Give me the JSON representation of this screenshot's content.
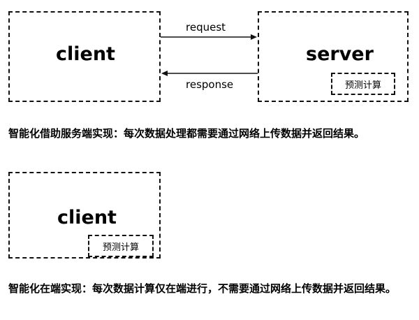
{
  "top_diagram": {
    "client_label": "client",
    "server_label": "server",
    "request_label": "request",
    "response_label": "response",
    "server_module_label": "预测计算",
    "caption": "智能化借助服务端实现：每次数据处理都需要通过网络上传数据并返回结果。"
  },
  "bottom_diagram": {
    "client_label": "client",
    "client_module_label": "预测计算",
    "caption": "智能化在端实现：每次数据计算仅在端进行，不需要通过网络上传数据并返回结果。"
  }
}
